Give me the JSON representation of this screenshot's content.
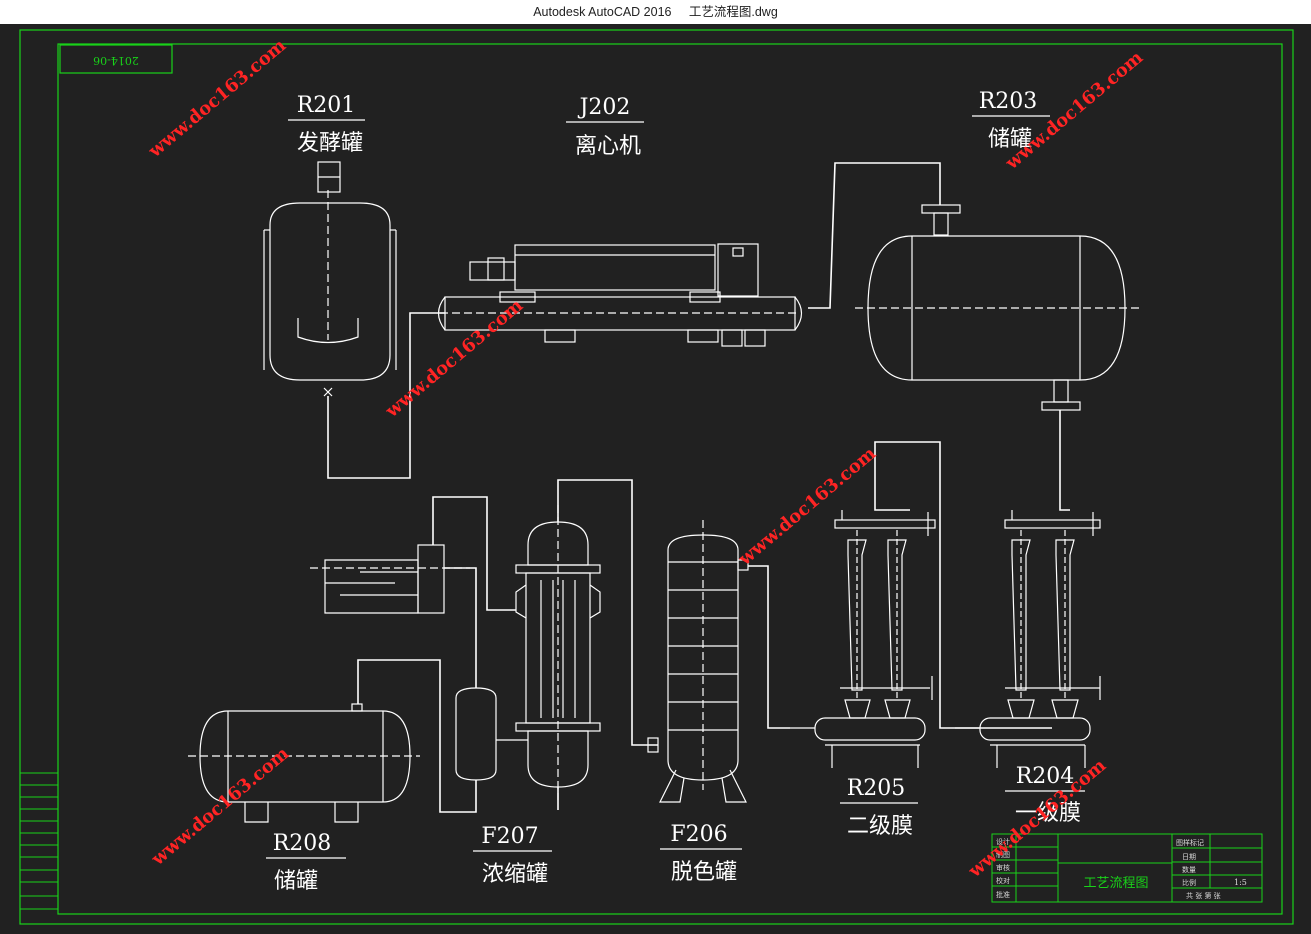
{
  "window": {
    "app_title": "Autodesk AutoCAD 2016",
    "file_name": "工艺流程图.dwg"
  },
  "drawing": {
    "date_stamp": "2014-06",
    "equipment": [
      {
        "code": "R201",
        "name": "发酵罐"
      },
      {
        "code": "J202",
        "name": "离心机"
      },
      {
        "code": "R203",
        "name": "储罐"
      },
      {
        "code": "R204",
        "name": "一级膜"
      },
      {
        "code": "R205",
        "name": "二级膜"
      },
      {
        "code": "F206",
        "name": "脱色罐"
      },
      {
        "code": "F207",
        "name": "浓缩罐"
      },
      {
        "code": "R208",
        "name": "储罐"
      }
    ],
    "watermark": "www.doc163.com"
  },
  "title_block": {
    "drawing_title": "工艺流程图",
    "labels": [
      "设计",
      "制图",
      "审核",
      "校对",
      "批准",
      "图样标记",
      "日期",
      "数量",
      "比例",
      "共 张 第 张"
    ],
    "scale": "1:5"
  },
  "colors": {
    "background": "#212121",
    "frame": "#19d219",
    "lines": "#ffffff"
  }
}
